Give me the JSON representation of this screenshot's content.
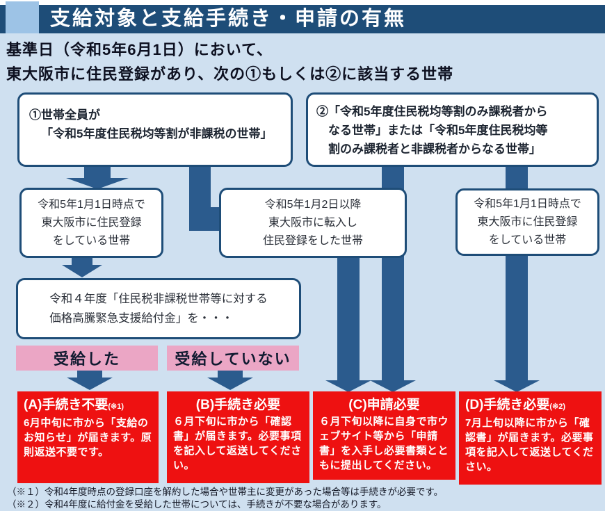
{
  "colors": {
    "header_navy": "#1e4d78",
    "accent_square_blue": "#9dc3e6",
    "page_background_blue": "#cfe0f0",
    "arrow_navy": "#2b5b8d",
    "choice_pink": "#eba6c5",
    "result_red": "#ee1111"
  },
  "header": {
    "title": "支給対象と支給手続き・申請の有無"
  },
  "intro": {
    "line1": "基準日（令和5年6月1日）において、",
    "line2": "東大阪市に住民登録があり、次の①もしくは②に該当する世帯"
  },
  "condition_boxes": {
    "box1": {
      "line1": "①世帯全員が",
      "line2": "「令和5年度住民税均等割が非課税の世帯」"
    },
    "box2": {
      "line1": "②「令和5年度住民税均等割のみ課税者から",
      "line2": "なる世帯」または「令和5年度住民税均等",
      "line3": "割のみ課税者と非課税者からなる世帯」"
    }
  },
  "residence_boxes": {
    "left": {
      "line1": "令和5年1月1日時点で",
      "line2": "東大阪市に住民登録",
      "line3": "をしている世帯"
    },
    "center": {
      "line1": "令和5年1月2日以降",
      "line2": "東大阪市に転入し",
      "line3": "住民登録をした世帯"
    },
    "right": {
      "line1": "令和5年1月1日時点で",
      "line2": "東大阪市に住民登録",
      "line3": "をしている世帯"
    }
  },
  "prior_benefit_box": {
    "line1": "令和４年度「住民税非課税世帯等に対する",
    "line2": "価格高騰緊急支援給付金」を・・・"
  },
  "choices": {
    "received": "受給した",
    "not_received": "受給していない"
  },
  "result_boxes": {
    "a": {
      "title": "(A)手続き不要",
      "note": "(※1)",
      "body": "6月中旬に市から「支給のお知らせ」が届きます。原則返送不要です。"
    },
    "b": {
      "title": "(B)手続き必要",
      "body": "６月下旬に市から「確認書」が届きます。必要事項を記入して返送してください。"
    },
    "c": {
      "title": "(C)申請必要",
      "body": "６月下旬以降に自身で市ウェブサイト等から「申請書」を入手し必要書類とともに提出してください。"
    },
    "d": {
      "title": "(D)手続き必要",
      "note": "(※2)",
      "body": "7月上旬以降に市から「確認書」が届きます。必要事項を記入して返送してください。"
    }
  },
  "footnotes": {
    "note1": "（※１）令和4年度時点の登録口座を解約した場合や世帯主に変更があった場合等は手続きが必要です。",
    "note2": "（※２）令和4年度に給付金を受給した世帯については、手続きが不要な場合があります。"
  }
}
